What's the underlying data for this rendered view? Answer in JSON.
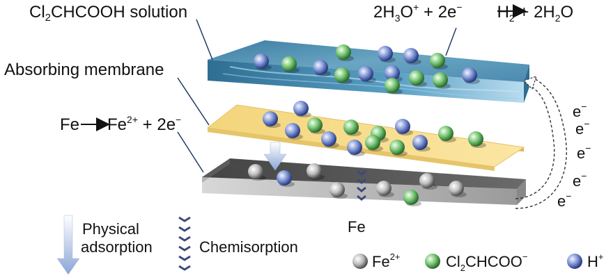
{
  "labels": {
    "solution": {
      "main": "Cl",
      "sub": "2",
      "rest": "CHCOOH solution"
    },
    "membrane": "Absorbing membrane",
    "anode_reaction": {
      "lhs": "Fe",
      "product": "Fe",
      "product_sup": "2+",
      "plus": " + 2e",
      "minus": "−"
    },
    "cathode_reaction": {
      "coef": "2H",
      "sub3": "3",
      "o": "O",
      "sup_plus": "+",
      "plus_e": " + 2e",
      "minus": "−",
      "h": "H",
      "sub2": "2",
      "tail": " + 2H",
      "sub2b": "2",
      "o2": "O"
    },
    "electrode": "Fe",
    "electron": {
      "e": "e",
      "minus": "−"
    },
    "physical": {
      "line1": "Physical",
      "line2": "adsorption"
    },
    "chemisorption": "Chemisorption"
  },
  "legend": [
    {
      "name": "Fe",
      "sup": "2+",
      "sub": "",
      "tail": "",
      "color": "#c9c9c9",
      "icon": "fe2-ion-sphere"
    },
    {
      "name": "Cl",
      "sup": "−",
      "sub": "2",
      "tail": "CHCOO",
      "color": "#7bc47a",
      "icon": "dichloroacetate-ion-sphere"
    },
    {
      "name": "H",
      "sup": "+",
      "sub": "",
      "tail": "",
      "color": "#7f95d6",
      "icon": "proton-sphere"
    }
  ],
  "colors": {
    "solution_top": "#5a94b4",
    "solution_side": "#3f7fa3",
    "membrane": "#f7df8a",
    "membrane_edge": "#e8c567",
    "plate_top": "#5a5a5a",
    "plate_side": "#b8b8b8",
    "arrow_blue": "#8ea8d8",
    "chevron": "#3d4a7c"
  }
}
